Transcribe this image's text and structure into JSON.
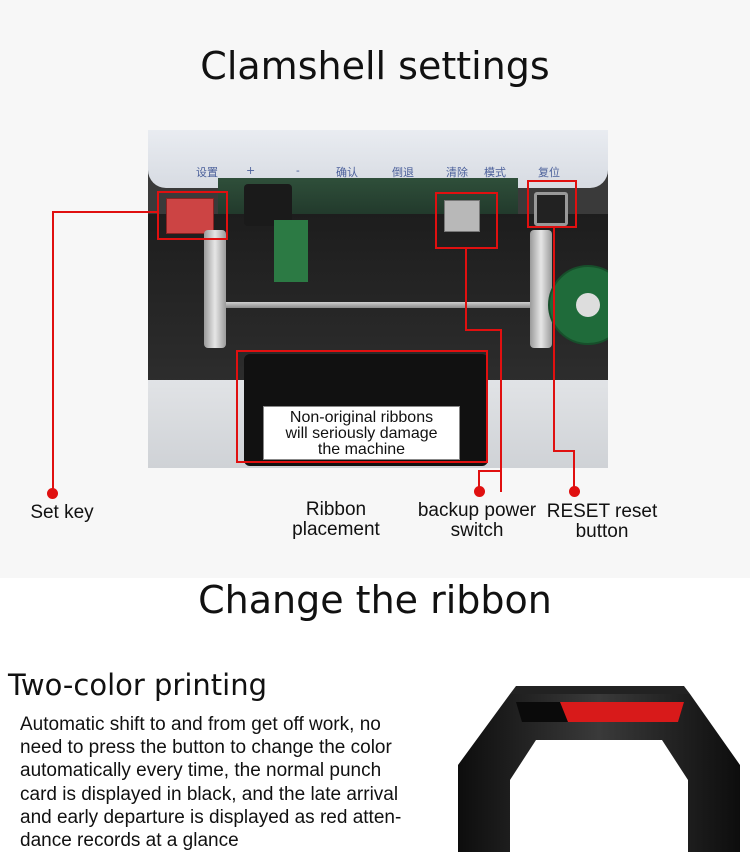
{
  "section1": {
    "title": "Clamshell settings",
    "warning": [
      "Non-original ribbons",
      "will seriously damage",
      "the machine"
    ],
    "panel_labels": [
      "设置",
      "+",
      "-",
      "确认",
      "倒退",
      "清除",
      "模式",
      "复位"
    ],
    "callouts": {
      "set_key": [
        "Set key"
      ],
      "ribbon_placement": [
        "Ribbon",
        "placement"
      ],
      "backup_power": [
        "backup power",
        "switch"
      ],
      "reset": [
        "RESET reset",
        "button"
      ]
    },
    "accent_color": "#e01010"
  },
  "section2": {
    "title": "Change the ribbon",
    "subtitle": "Two-color printing",
    "description": [
      "Automatic shift to and from get off work, no",
      "need to press the button to change the color",
      "automatically every time, the normal punch",
      "card is displayed in black, and the late arrival",
      "and early departure is displayed as red atten-",
      "dance records at a glance"
    ],
    "ribbon_colors": [
      "#111111",
      "#d81a1a"
    ]
  }
}
